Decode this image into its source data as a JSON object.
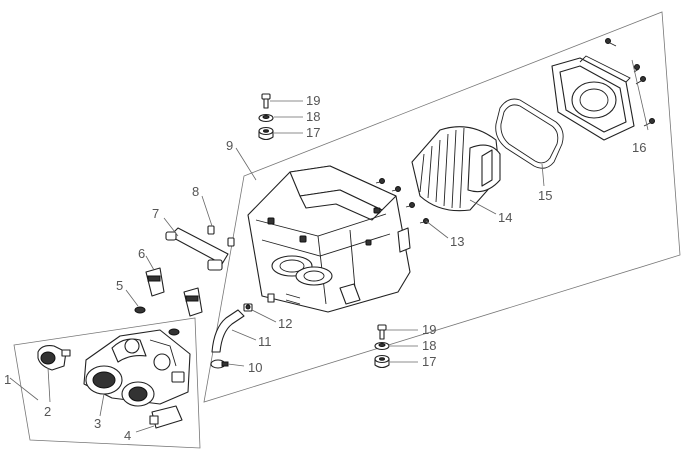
{
  "diagram": {
    "callouts": [
      {
        "id": "c1",
        "label": "1"
      },
      {
        "id": "c2",
        "label": "2"
      },
      {
        "id": "c3",
        "label": "3"
      },
      {
        "id": "c4",
        "label": "4"
      },
      {
        "id": "c5",
        "label": "5"
      },
      {
        "id": "c6",
        "label": "6"
      },
      {
        "id": "c7",
        "label": "7"
      },
      {
        "id": "c8",
        "label": "8"
      },
      {
        "id": "c9",
        "label": "9"
      },
      {
        "id": "c10",
        "label": "10"
      },
      {
        "id": "c11",
        "label": "11"
      },
      {
        "id": "c12",
        "label": "12"
      },
      {
        "id": "c13",
        "label": "13"
      },
      {
        "id": "c14",
        "label": "14"
      },
      {
        "id": "c15",
        "label": "15"
      },
      {
        "id": "c16",
        "label": "16"
      },
      {
        "id": "c17a",
        "label": "17"
      },
      {
        "id": "c18a",
        "label": "18"
      },
      {
        "id": "c19a",
        "label": "19"
      },
      {
        "id": "c17b",
        "label": "17"
      },
      {
        "id": "c18b",
        "label": "18"
      },
      {
        "id": "c19b",
        "label": "19"
      }
    ]
  }
}
